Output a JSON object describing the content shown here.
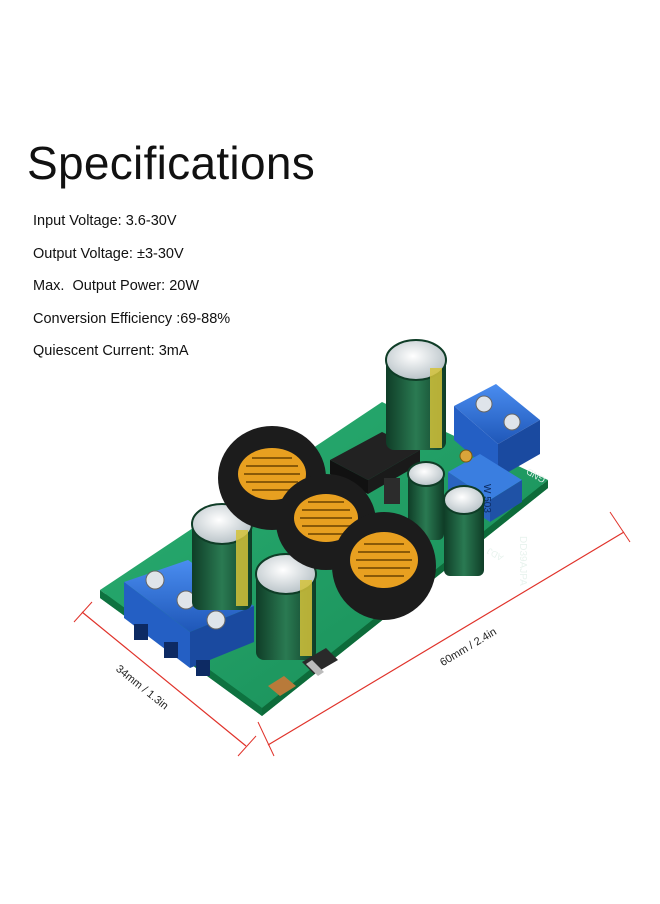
{
  "title": "Specifications",
  "specs": [
    "Input Voltage: 3.6-30V",
    "Output Voltage: ±3-30V",
    "Max.  Output Power: 20W",
    "Conversion Efficiency :69-88%",
    "Quiescent Current: 3mA"
  ],
  "dimensions": {
    "length": "60mm / 2.4in",
    "width": "34mm / 1.3in"
  },
  "board_labels": {
    "model": "DD39AJPA",
    "adj": "ADJ",
    "gnd": "GND",
    "pot": "W 503"
  },
  "colors": {
    "pcb": "#1f9a63",
    "terminal": "#2f6fd0",
    "dimension_line": "#e0322a",
    "inductor_copper": "#e8a020",
    "capacitor_sleeve": "#1c5a3a"
  }
}
